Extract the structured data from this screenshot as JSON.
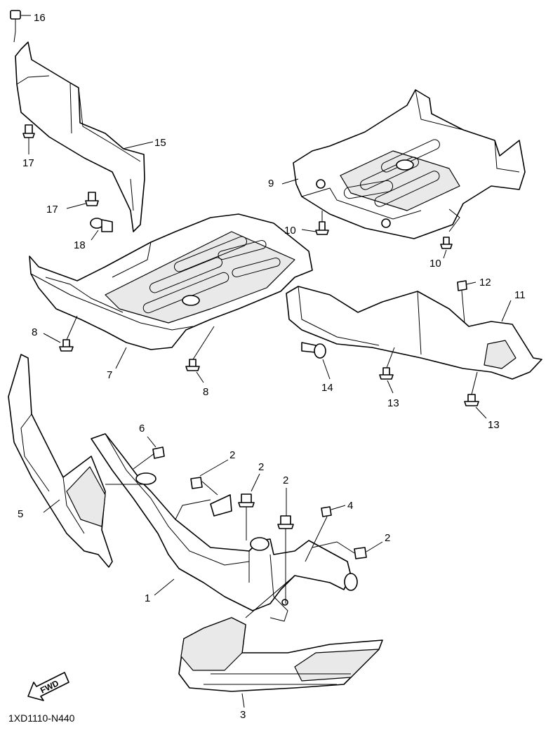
{
  "diagram": {
    "callouts": {
      "c1": "1",
      "c2a": "2",
      "c2b": "2",
      "c2c": "2",
      "c2d": "2",
      "c3": "3",
      "c4": "4",
      "c5": "5",
      "c6": "6",
      "c7": "7",
      "c8a": "8",
      "c8b": "8",
      "c9": "9",
      "c10a": "10",
      "c10b": "10",
      "c11": "11",
      "c12": "12",
      "c13a": "13",
      "c13b": "13",
      "c14": "14",
      "c15": "15",
      "c16": "16",
      "c17a": "17",
      "c17b": "17",
      "c18": "18"
    },
    "direction_label": "FWD",
    "drawing_code": "1XD1110-N440"
  }
}
